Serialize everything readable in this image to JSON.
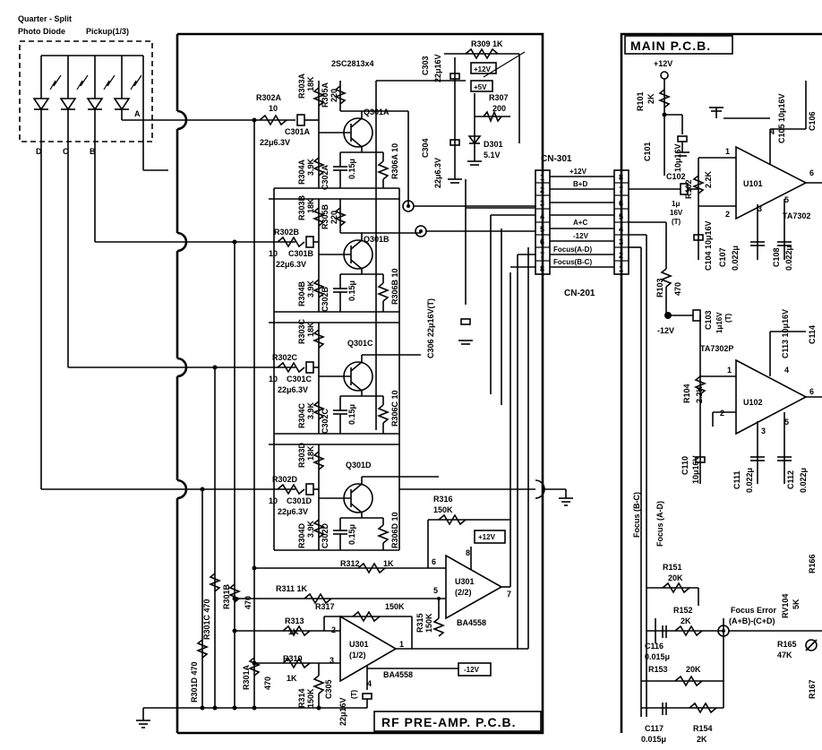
{
  "labels": {
    "diode_title_1": "Quarter - Split",
    "diode_title_2": "Photo Diode",
    "pickup": "Pickup(1/3)",
    "diode_a": "A",
    "diode_b": "B",
    "diode_c": "C",
    "diode_d": "D",
    "transistor_type": "2SC2813x4",
    "r309": "R309 1K",
    "v12_box1": "+12V",
    "v5_box": "+5V",
    "c303": "C303",
    "c303_val": "22μ16V",
    "r307": "R307",
    "r307_val": "200",
    "c304": "C304",
    "c304_val": "22μ6.3V",
    "d301": "D301",
    "d301_val": "5.1V",
    "r302a": "R302A",
    "r302a_val": "10",
    "r303a": "R303A",
    "r303a_val": "18K",
    "r305a": "R305A",
    "r305a_val": "220",
    "q301a": "Q301A",
    "c301a": "C301A",
    "c301a_val": "22μ6.3V",
    "r304a": "R304A",
    "r304a_val": "3.9K",
    "c302a": "C302A",
    "c302a_val": "0.15μ",
    "r306a": "R306A 10",
    "r303b": "R303B",
    "r303b_val": "18K",
    "r305b": "R305B",
    "r305b_val": "220",
    "r302b": "R302B",
    "r302b_val": "10",
    "c301b": "C301B",
    "c301b_val": "22μ6.3V",
    "q301b": "Q301B",
    "r304b": "R304B",
    "r304b_val": "3.9K",
    "c302b": "C302B",
    "c302b_val": "0.15μ",
    "r306b": "R306B 10",
    "r303c": "R303C",
    "r303c_val": "18K",
    "q301c": "Q301C",
    "r302c": "R302C",
    "r302c_val": "10",
    "c301c": "C301C",
    "c301c_val": "22μ6.3V",
    "r304c": "R304C",
    "r304c_val": "3.9K",
    "c302c": "C302C",
    "c302c_val": "0.15μ",
    "r306c": "R306C 10",
    "r303d": "R303D",
    "r303d_val": "18K",
    "q301d": "Q301D",
    "r302d": "R302D",
    "r302d_val": "10",
    "c301d": "C301D",
    "c301d_val": "22μ6.3V",
    "r304d": "R304D",
    "r304d_val": "3.9K",
    "c302d": "C302D",
    "c302d_val": "0.15μ",
    "r306d": "R306D 10",
    "c306": "C306 22μ16V(T)",
    "cn301": "CN-301",
    "cn201": "CN-201",
    "cn_12v": "+12V",
    "cn_bd": "B+D",
    "cn_ac": "A+C",
    "cn_m12v": "-12V",
    "cn_focus_ad": "Focus(A-D)",
    "cn_focus_bc": "Focus(B-C)",
    "pin1": "1",
    "pin2": "2",
    "pin3": "3",
    "pin4": "4",
    "pin5": "5",
    "pin6": "6",
    "pin7": "7",
    "pin8": "8",
    "r316": "R316",
    "r316_val": "150K",
    "v12_box2": "+12V",
    "r312": "R312",
    "r312_val": "1K",
    "u301a": "U301",
    "u301a_sub": "(2/2)",
    "ba4558_1": "BA4558",
    "r311": "R311 1K",
    "r317": "R317",
    "r317_val": "150K",
    "r315": "R315",
    "r315_val": "150K",
    "r313": "R313",
    "r313_val": "1K",
    "u301b": "U301",
    "u301b_sub": "(1/2)",
    "ba4558_2": "BA4558",
    "r310": "R310",
    "r310_val": "1K",
    "r314": "R314",
    "r314_val": "150K",
    "c305": "C305",
    "c305_val": "22μ16V",
    "c305_t": "(T)",
    "m12v_box": "-12V",
    "r301d": "R301D 470",
    "r301c": "R301C 470",
    "r301b": "R301B",
    "r301b_val": "470",
    "r301a": "R301A",
    "r301a_val": "470",
    "rf_pcb": "RF PRE-AMP. P.C.B.",
    "main_pcb": "MAIN P.C.B.",
    "main_12v": "+12V",
    "r101": "R101",
    "r101_val": "2K",
    "c101": "C101",
    "c101_val": "10μ16V",
    "c102": "C102",
    "r102": "R102",
    "r102_val": "2.2K",
    "u101": "U101",
    "c105": "C105 10μ16V",
    "c106": "C106",
    "ta7302_1": "TA7302",
    "c102_val": "1μ",
    "c102_val2": "16V",
    "c102_t": "(T)",
    "c104": "C104 10μ16V",
    "c107": "C107",
    "c107_val": "0.022μ",
    "c108": "C108",
    "c108_val": "0.022μ",
    "r103": "R103",
    "r103_val": "470",
    "c103": "C103",
    "c103_val": "1μ16V",
    "c103_t": "(T)",
    "main_m12v": "-12V",
    "ta7302p": "TA7302P",
    "c113": "C113 10μ16V",
    "c114": "C114",
    "u102": "U102",
    "r104": "R104",
    "r104_val": "2.2K",
    "c110": "C110",
    "c110_val": "10μ16V",
    "c111": "C111",
    "c111_val": "0.022μ",
    "c112": "C112",
    "c112_val": "0.022μ",
    "focus_bc": "Focus (B-C)",
    "focus_ad": "Focus (A-D)",
    "r151": "R151",
    "r151_val": "20K",
    "r152": "R152",
    "r152_val": "2K",
    "c116": "C116",
    "c116_val": "0.015μ",
    "r153": "R153",
    "r153_val": "20K",
    "c117": "C117",
    "c117_val": "0.015μ",
    "r154": "R154",
    "r154_val": "2K",
    "focus_error": "Focus Error",
    "focus_error_eq": "(A+B)-(C+D)",
    "rv104": "RV104",
    "rv104_val": "5K",
    "r165": "R165",
    "r165_val": "47K",
    "r166": "R166",
    "r167": "R167",
    "opamp_pin_6a": "6",
    "opamp_pin_5a": "5",
    "opamp_pin_7a": "7",
    "opamp_pin_8a": "8",
    "opamp_pin_1b": "1",
    "opamp_pin_2b": "2",
    "opamp_pin_3b": "3",
    "opamp_pin_4b": "4",
    "u101_pin1": "1",
    "u101_pin2": "2",
    "u101_pin3": "3",
    "u101_pin4": "4",
    "u101_pin5": "5",
    "u101_pin6": "6",
    "u102_pin1": "1",
    "u102_pin2": "2",
    "u102_pin3": "3",
    "u102_pin4": "4",
    "u102_pin5": "5",
    "u102_pin6": "6"
  }
}
